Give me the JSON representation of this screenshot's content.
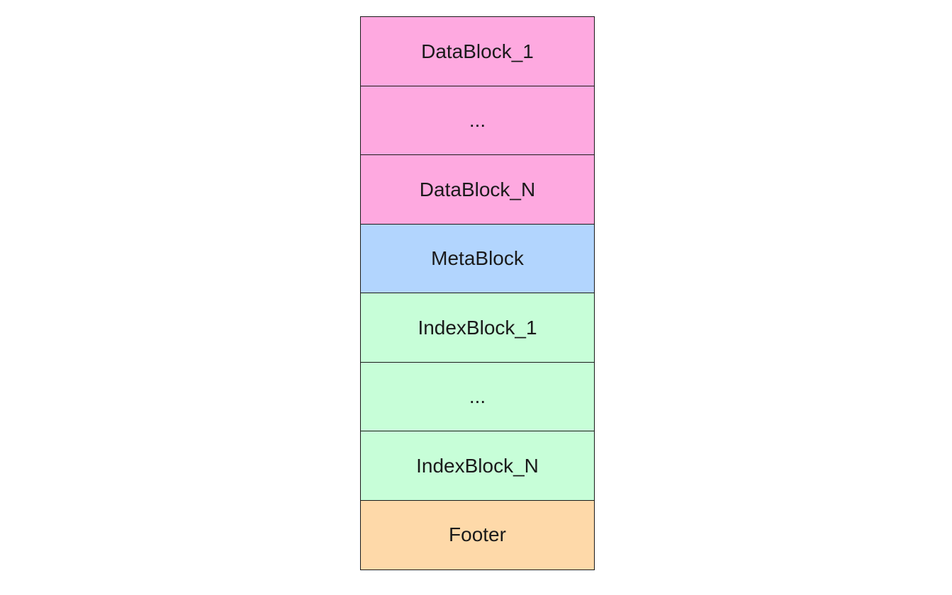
{
  "blocks": [
    {
      "label": "DataBlock_1",
      "kind": "data",
      "color": "#fea9e0"
    },
    {
      "label": "...",
      "kind": "data",
      "color": "#fea9e0"
    },
    {
      "label": "DataBlock_N",
      "kind": "data",
      "color": "#fea9e0"
    },
    {
      "label": "MetaBlock",
      "kind": "meta",
      "color": "#b2d5fe"
    },
    {
      "label": "IndexBlock_1",
      "kind": "index",
      "color": "#c7fed8"
    },
    {
      "label": "...",
      "kind": "index",
      "color": "#c7fed8"
    },
    {
      "label": "IndexBlock_N",
      "kind": "index",
      "color": "#c7fed8"
    },
    {
      "label": "Footer",
      "kind": "footer",
      "color": "#fed9a9"
    }
  ]
}
